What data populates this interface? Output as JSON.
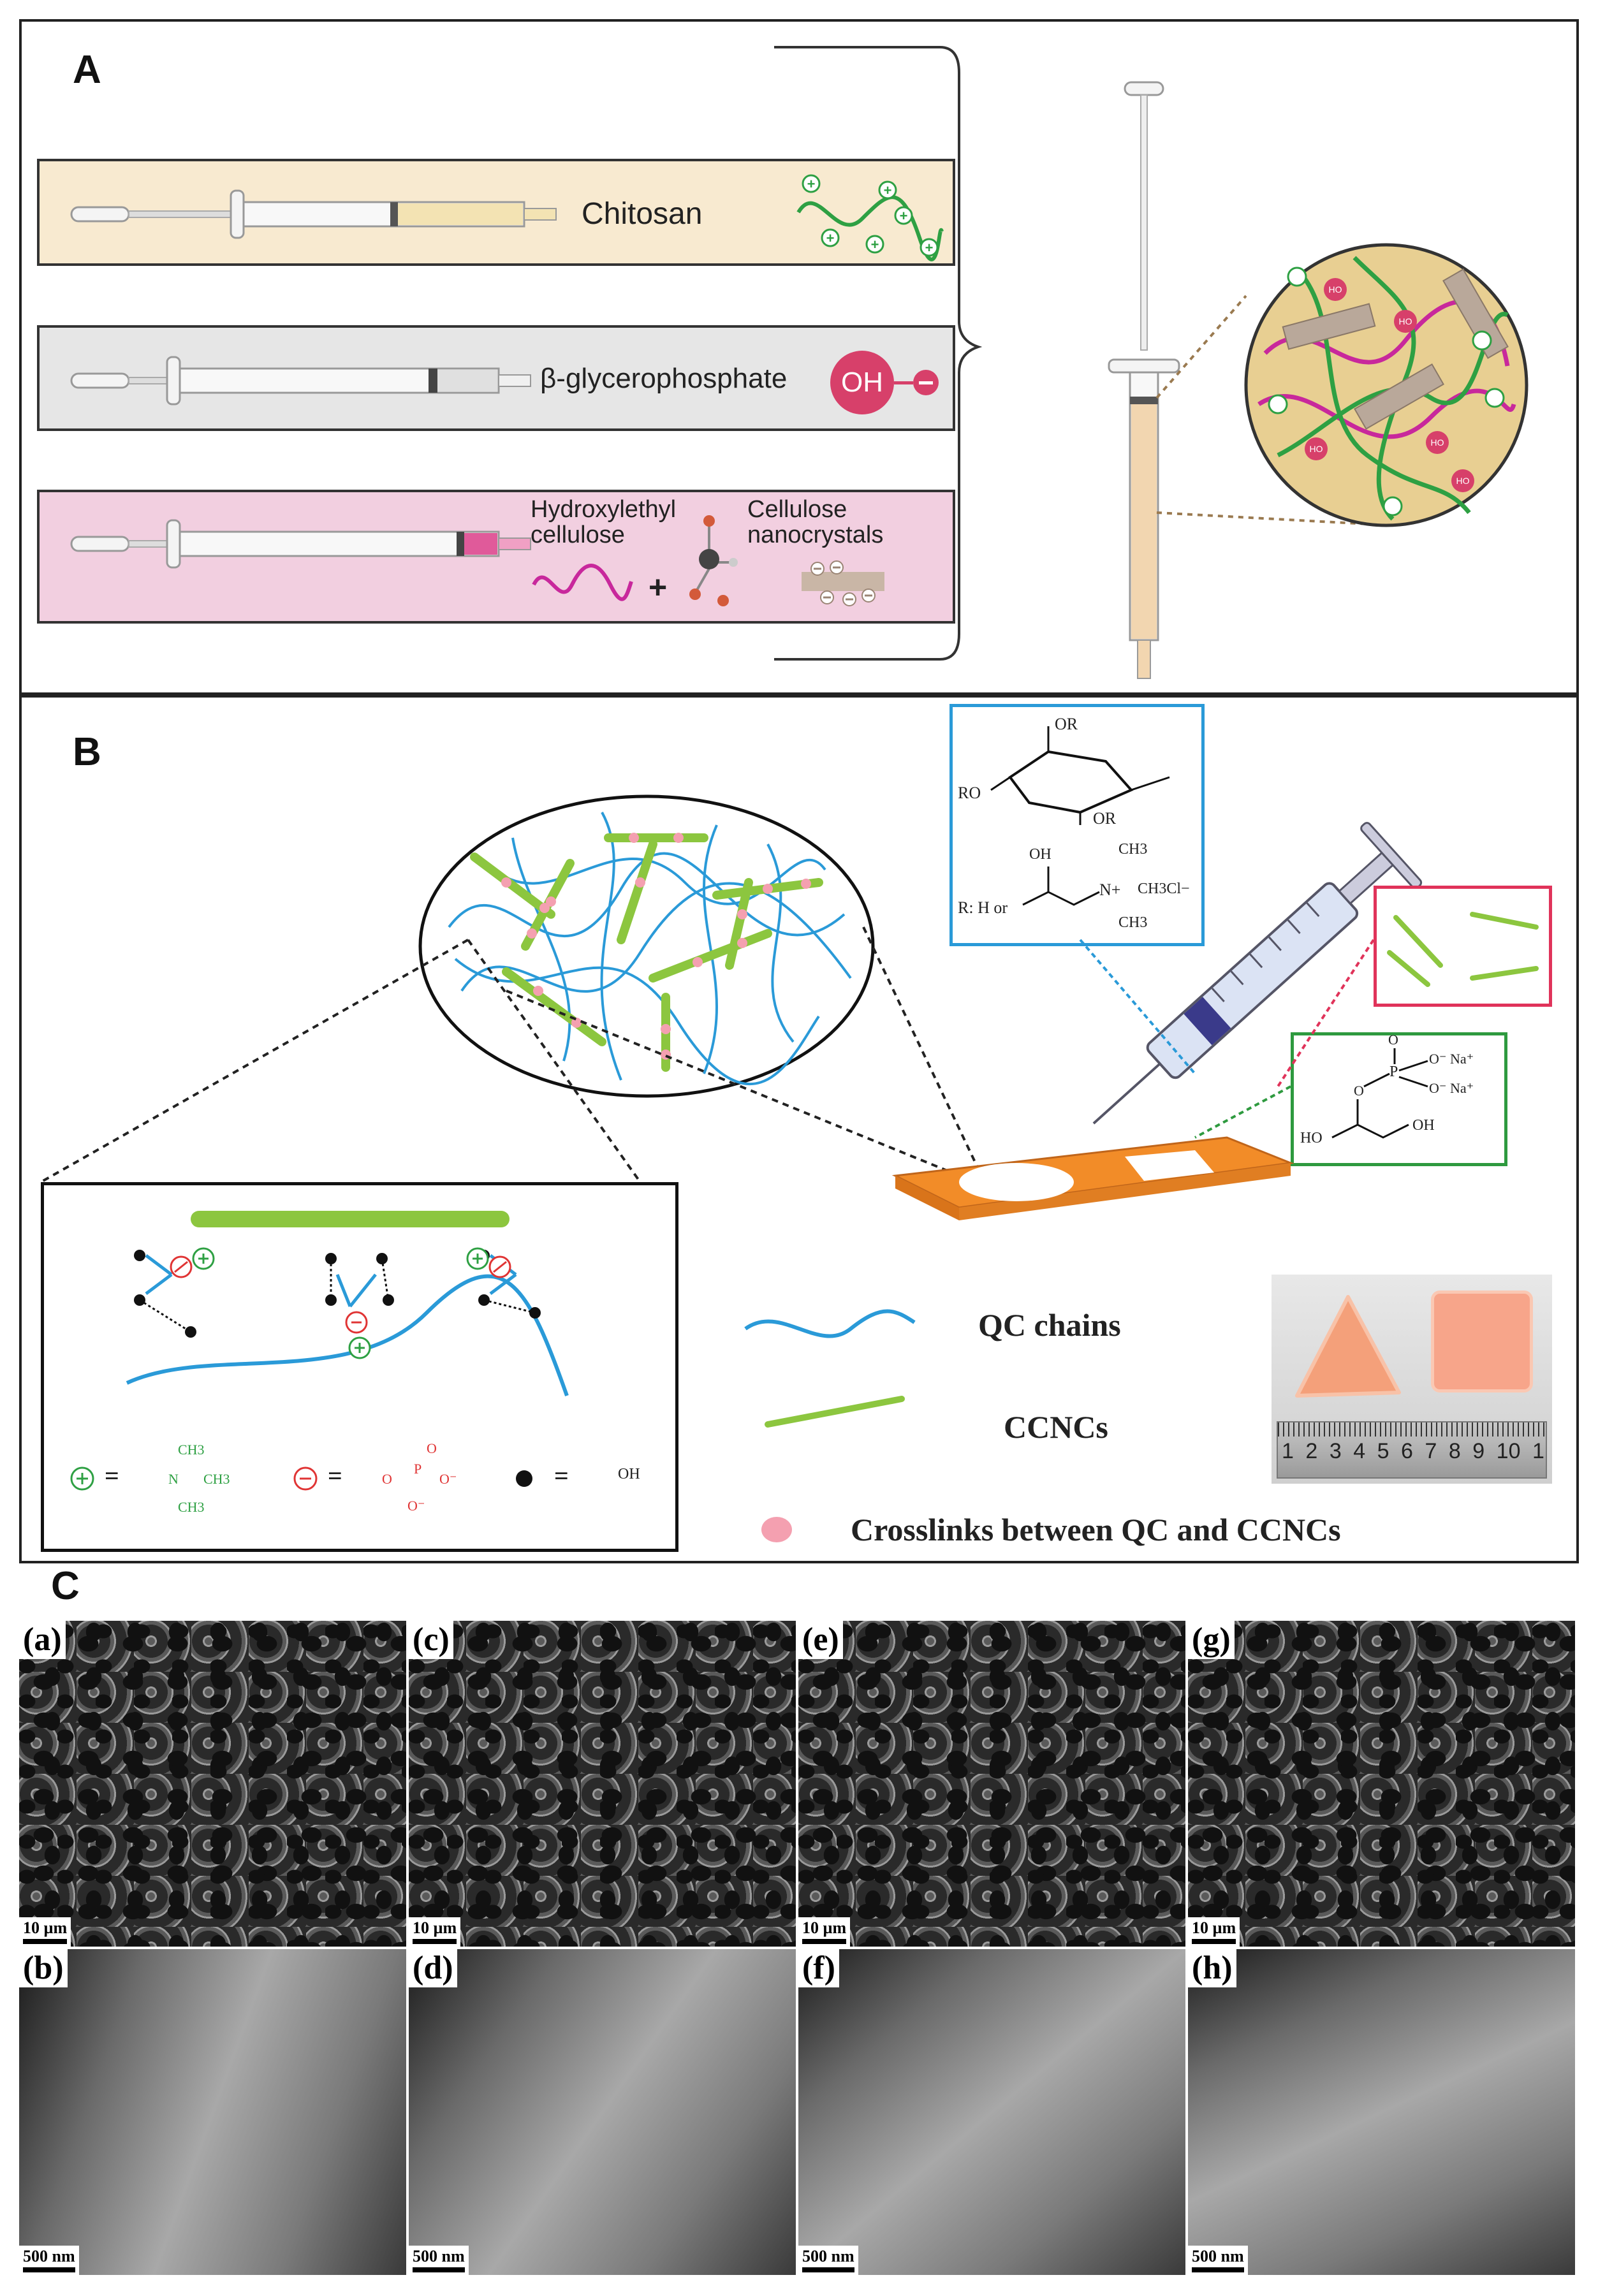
{
  "panel_a": {
    "label": "A",
    "rows": [
      {
        "name": "Chitosan"
      },
      {
        "name": "β-glycerophosphate",
        "oh_symbol": "OH"
      },
      {
        "name_1": "Hydroxylethyl cellulose",
        "name_1_line1": "Hydroxylethyl",
        "name_1_line2": "cellulose",
        "plus": "+",
        "name_2_line1": "Cellulose",
        "name_2_line2": "nanocrystals"
      }
    ],
    "ho_symbol": "HO",
    "colors": {
      "row1_bg": "#f8ead0",
      "row2_bg": "#e6e6e6",
      "row3_bg": "#f2cfe0",
      "chitosan": "#2ea043",
      "hec": "#c8289c",
      "cnc": "#b9a89a",
      "gel_bg": "#e8cf92"
    }
  },
  "panel_b": {
    "label": "B",
    "legend": {
      "qc": "QC  chains",
      "ccnc": "CCNCs",
      "crosslink": "Crosslinks between QC and CCNCs"
    },
    "formula_qc": {
      "or_top": "OR",
      "ro": "RO",
      "or_mid": "OR",
      "oh": "OH",
      "r_prefix": "R: H or",
      "ch3_top": "CH3",
      "n_plus": "N+",
      "ch2cl": "CH3Cl−",
      "ch3_bottom": "CH3"
    },
    "formula_gp": {
      "o_top": "O",
      "p": "P",
      "o_na_1": "O⁻ Na⁺",
      "o_na_2": "O⁻ Na⁺",
      "o_link": "O",
      "ho": "HO",
      "oh": "OH"
    },
    "inset_key": {
      "pos_label": "=",
      "neg_label": "=",
      "oh_label": "=",
      "ch3a": "CH3",
      "n": "N",
      "ch3b": "CH3",
      "ch3c": "CH3",
      "o1": "O",
      "p": "P",
      "o2": "O⁻",
      "o3": "O⁻",
      "o4": "O",
      "oh": "OH"
    },
    "ruler_numbers": [
      "1",
      "2",
      "3",
      "4",
      "5",
      "6",
      "7",
      "8",
      "9",
      "10",
      "1"
    ],
    "colors": {
      "qc": "#2a9ad8",
      "ccnc": "#8cc63f",
      "crosslink": "#f4a0b0",
      "mold": "#f28c28",
      "box_qc": "#2a9ad8",
      "box_ccnc": "#e0335a",
      "box_gp": "#2e9a3f"
    }
  },
  "panel_c": {
    "label": "C",
    "images": [
      {
        "label": "(a)",
        "scale": "10 µm"
      },
      {
        "label": "(c)",
        "scale": "10 µm"
      },
      {
        "label": "(e)",
        "scale": "10 µm"
      },
      {
        "label": "(g)",
        "scale": "10 µm"
      },
      {
        "label": "(b)",
        "scale": "500 nm"
      },
      {
        "label": "(d)",
        "scale": "500 nm"
      },
      {
        "label": "(f)",
        "scale": "500 nm"
      },
      {
        "label": "(h)",
        "scale": "500 nm"
      }
    ]
  }
}
